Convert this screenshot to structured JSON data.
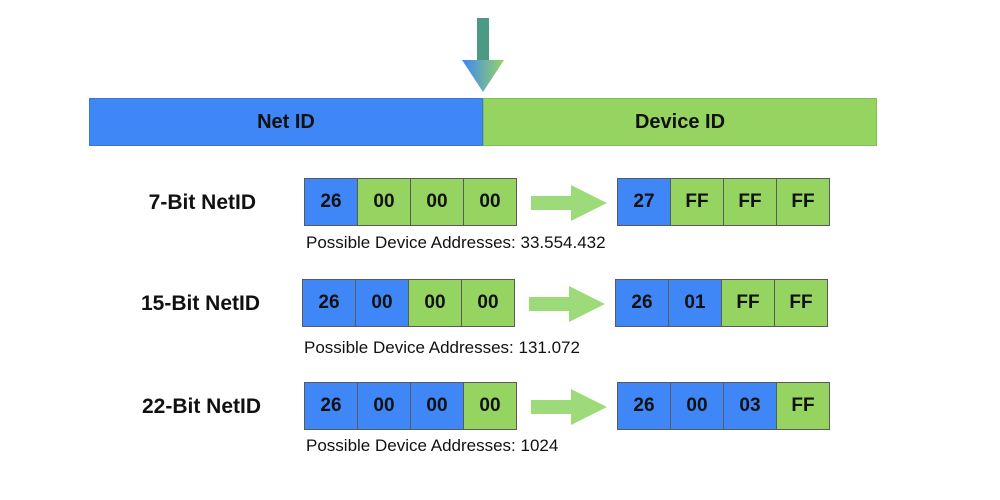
{
  "colors": {
    "blue": "#3f86f7",
    "green": "#95d461",
    "arrow_green": "#9ddb7a"
  },
  "header": {
    "net_label": "Net ID",
    "device_label": "Device ID"
  },
  "caption_prefix": "Possible Device Addresses: ",
  "rows": [
    {
      "label": "7-Bit NetID",
      "from": [
        {
          "v": "26",
          "c": "blue"
        },
        {
          "v": "00",
          "c": "green"
        },
        {
          "v": "00",
          "c": "green"
        },
        {
          "v": "00",
          "c": "green"
        }
      ],
      "to": [
        {
          "v": "27",
          "c": "blue"
        },
        {
          "v": "FF",
          "c": "green"
        },
        {
          "v": "FF",
          "c": "green"
        },
        {
          "v": "FF",
          "c": "green"
        }
      ],
      "count": "33.554.432"
    },
    {
      "label": "15-Bit NetID",
      "from": [
        {
          "v": "26",
          "c": "blue"
        },
        {
          "v": "00",
          "c": "blue"
        },
        {
          "v": "00",
          "c": "green"
        },
        {
          "v": "00",
          "c": "green"
        }
      ],
      "to": [
        {
          "v": "26",
          "c": "blue"
        },
        {
          "v": "01",
          "c": "blue"
        },
        {
          "v": "FF",
          "c": "green"
        },
        {
          "v": "FF",
          "c": "green"
        }
      ],
      "count": "131.072"
    },
    {
      "label": "22-Bit NetID",
      "from": [
        {
          "v": "26",
          "c": "blue"
        },
        {
          "v": "00",
          "c": "blue"
        },
        {
          "v": "00",
          "c": "blue"
        },
        {
          "v": "00",
          "c": "green"
        }
      ],
      "to": [
        {
          "v": "26",
          "c": "blue"
        },
        {
          "v": "00",
          "c": "blue"
        },
        {
          "v": "03",
          "c": "blue"
        },
        {
          "v": "FF",
          "c": "green"
        }
      ],
      "count": "1024"
    }
  ]
}
